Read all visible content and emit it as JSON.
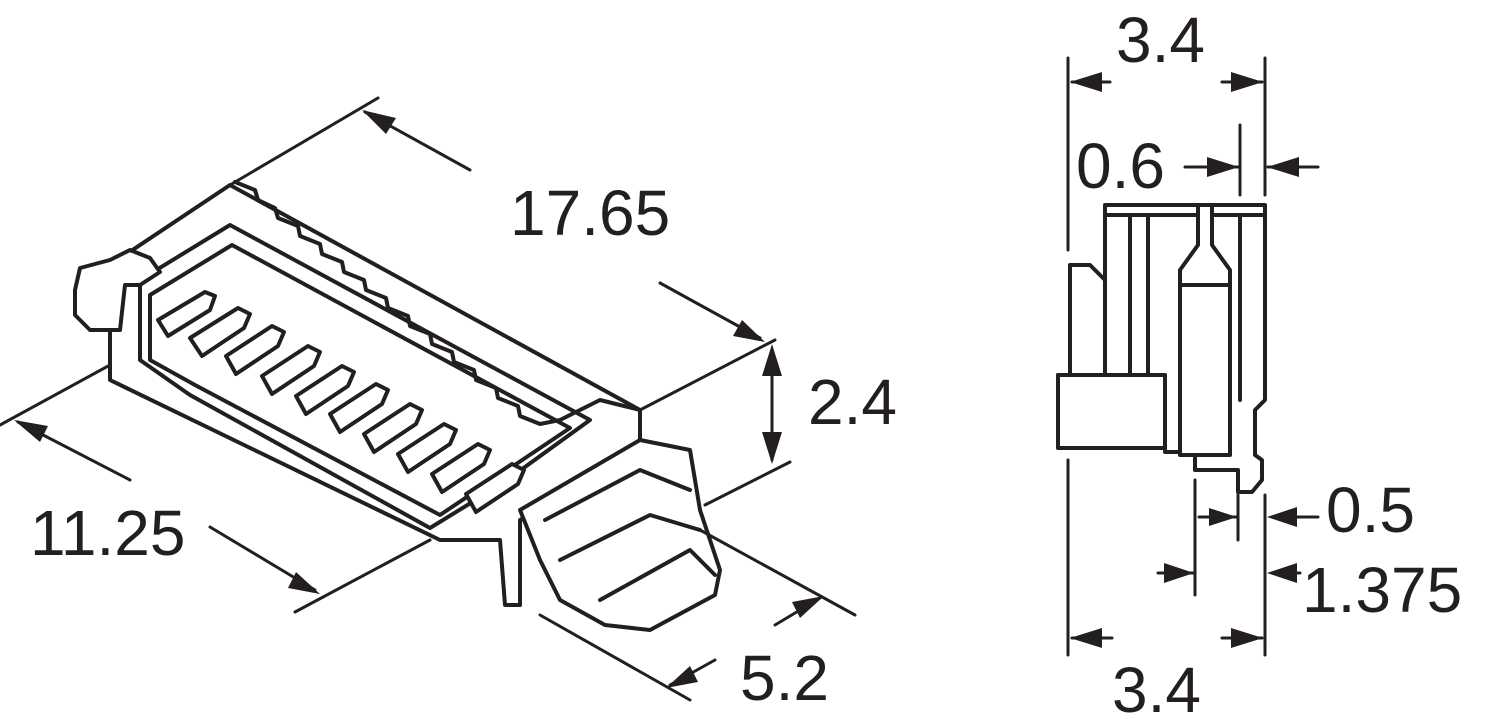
{
  "iso_view": {
    "dims": {
      "length": "17.65",
      "height": "2.4",
      "width_a": "11.25",
      "width_b": "5.2"
    }
  },
  "side_view": {
    "dims": {
      "top_width": "3.4",
      "pitch": "0.6",
      "lead": "0.5",
      "offset": "1.375",
      "bottom_width": "3.4"
    }
  }
}
